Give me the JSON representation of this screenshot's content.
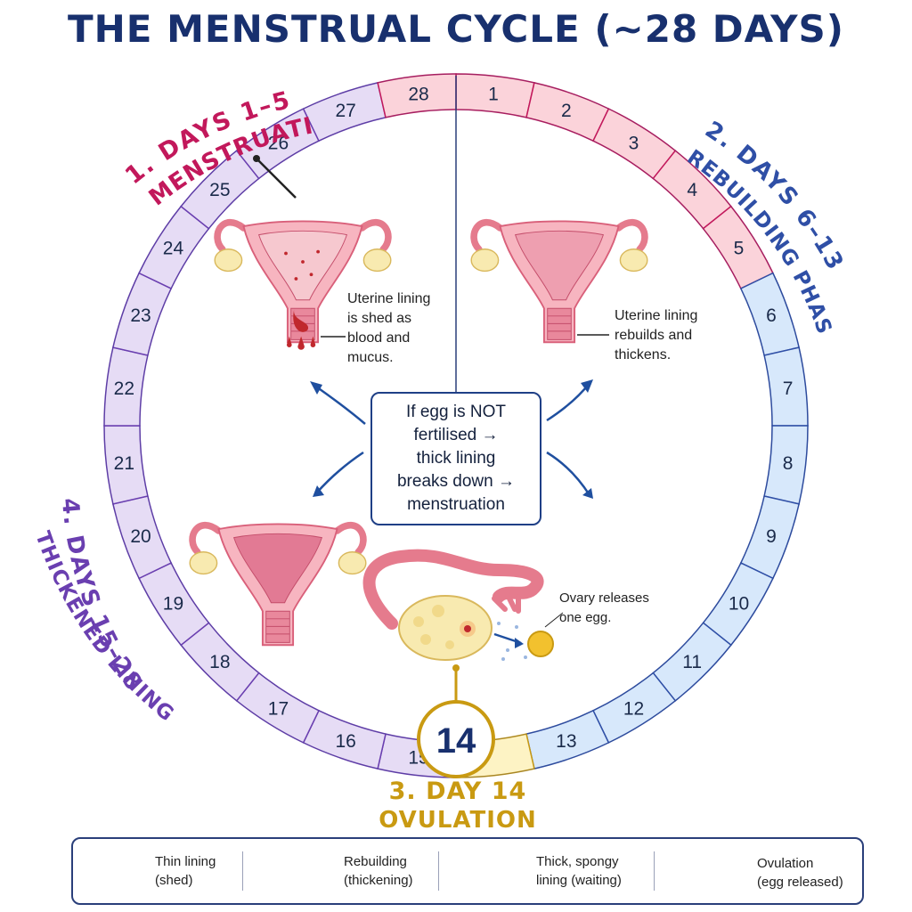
{
  "title": "THE MENSTRUAL CYCLE (~28 DAYS)",
  "days": [
    "1",
    "2",
    "3",
    "4",
    "5",
    "6",
    "7",
    "8",
    "9",
    "10",
    "11",
    "12",
    "13",
    "14",
    "15",
    "16",
    "17",
    "18",
    "19",
    "20",
    "21",
    "22",
    "23",
    "24",
    "25",
    "26",
    "27",
    "28"
  ],
  "phases": {
    "menstruation": {
      "line1": "1. DAYS 1–5",
      "line2": "MENSTRUATION",
      "color": "#c2185b",
      "fill": "#fbd3da"
    },
    "rebuilding": {
      "line1": "2. DAYS 6–13",
      "line2": "REBUILDING PHASE",
      "color": "#2f4fa6",
      "fill": "#d7e8fb"
    },
    "ovulation": {
      "line1": "3. DAY 14",
      "line2": "OVULATION",
      "color": "#c99a12",
      "fill": "#fdf3c4",
      "day": "14"
    },
    "thickened": {
      "line1": "4. DAYS 15–28",
      "line2": "THICKENED LINING",
      "color": "#6a3fb0",
      "fill": "#e6dcf5"
    }
  },
  "notes": {
    "shed": [
      "Uterine lining",
      "is shed as",
      "blood and",
      "mucus."
    ],
    "rebuild": [
      "Uterine lining",
      "rebuilds and",
      "thickens."
    ],
    "ovary": [
      "Ovary releases",
      "one egg."
    ]
  },
  "center_box": [
    "If egg is NOT",
    "fertilised →",
    "thick lining",
    "breaks down →",
    "menstruation"
  ],
  "legend": [
    {
      "lines": [
        "Thin lining",
        "(shed)"
      ],
      "icon": "thin-lining-uterus-icon"
    },
    {
      "lines": [
        "Rebuilding",
        "(thickening)"
      ],
      "icon": "rebuilding-uterus-icon"
    },
    {
      "lines": [
        "Thick, spongy",
        "lining (waiting)"
      ],
      "icon": "thick-lining-uterus-icon"
    },
    {
      "lines": [
        "Ovulation",
        "(egg released)"
      ],
      "icon": "ovulation-egg-icon"
    }
  ]
}
